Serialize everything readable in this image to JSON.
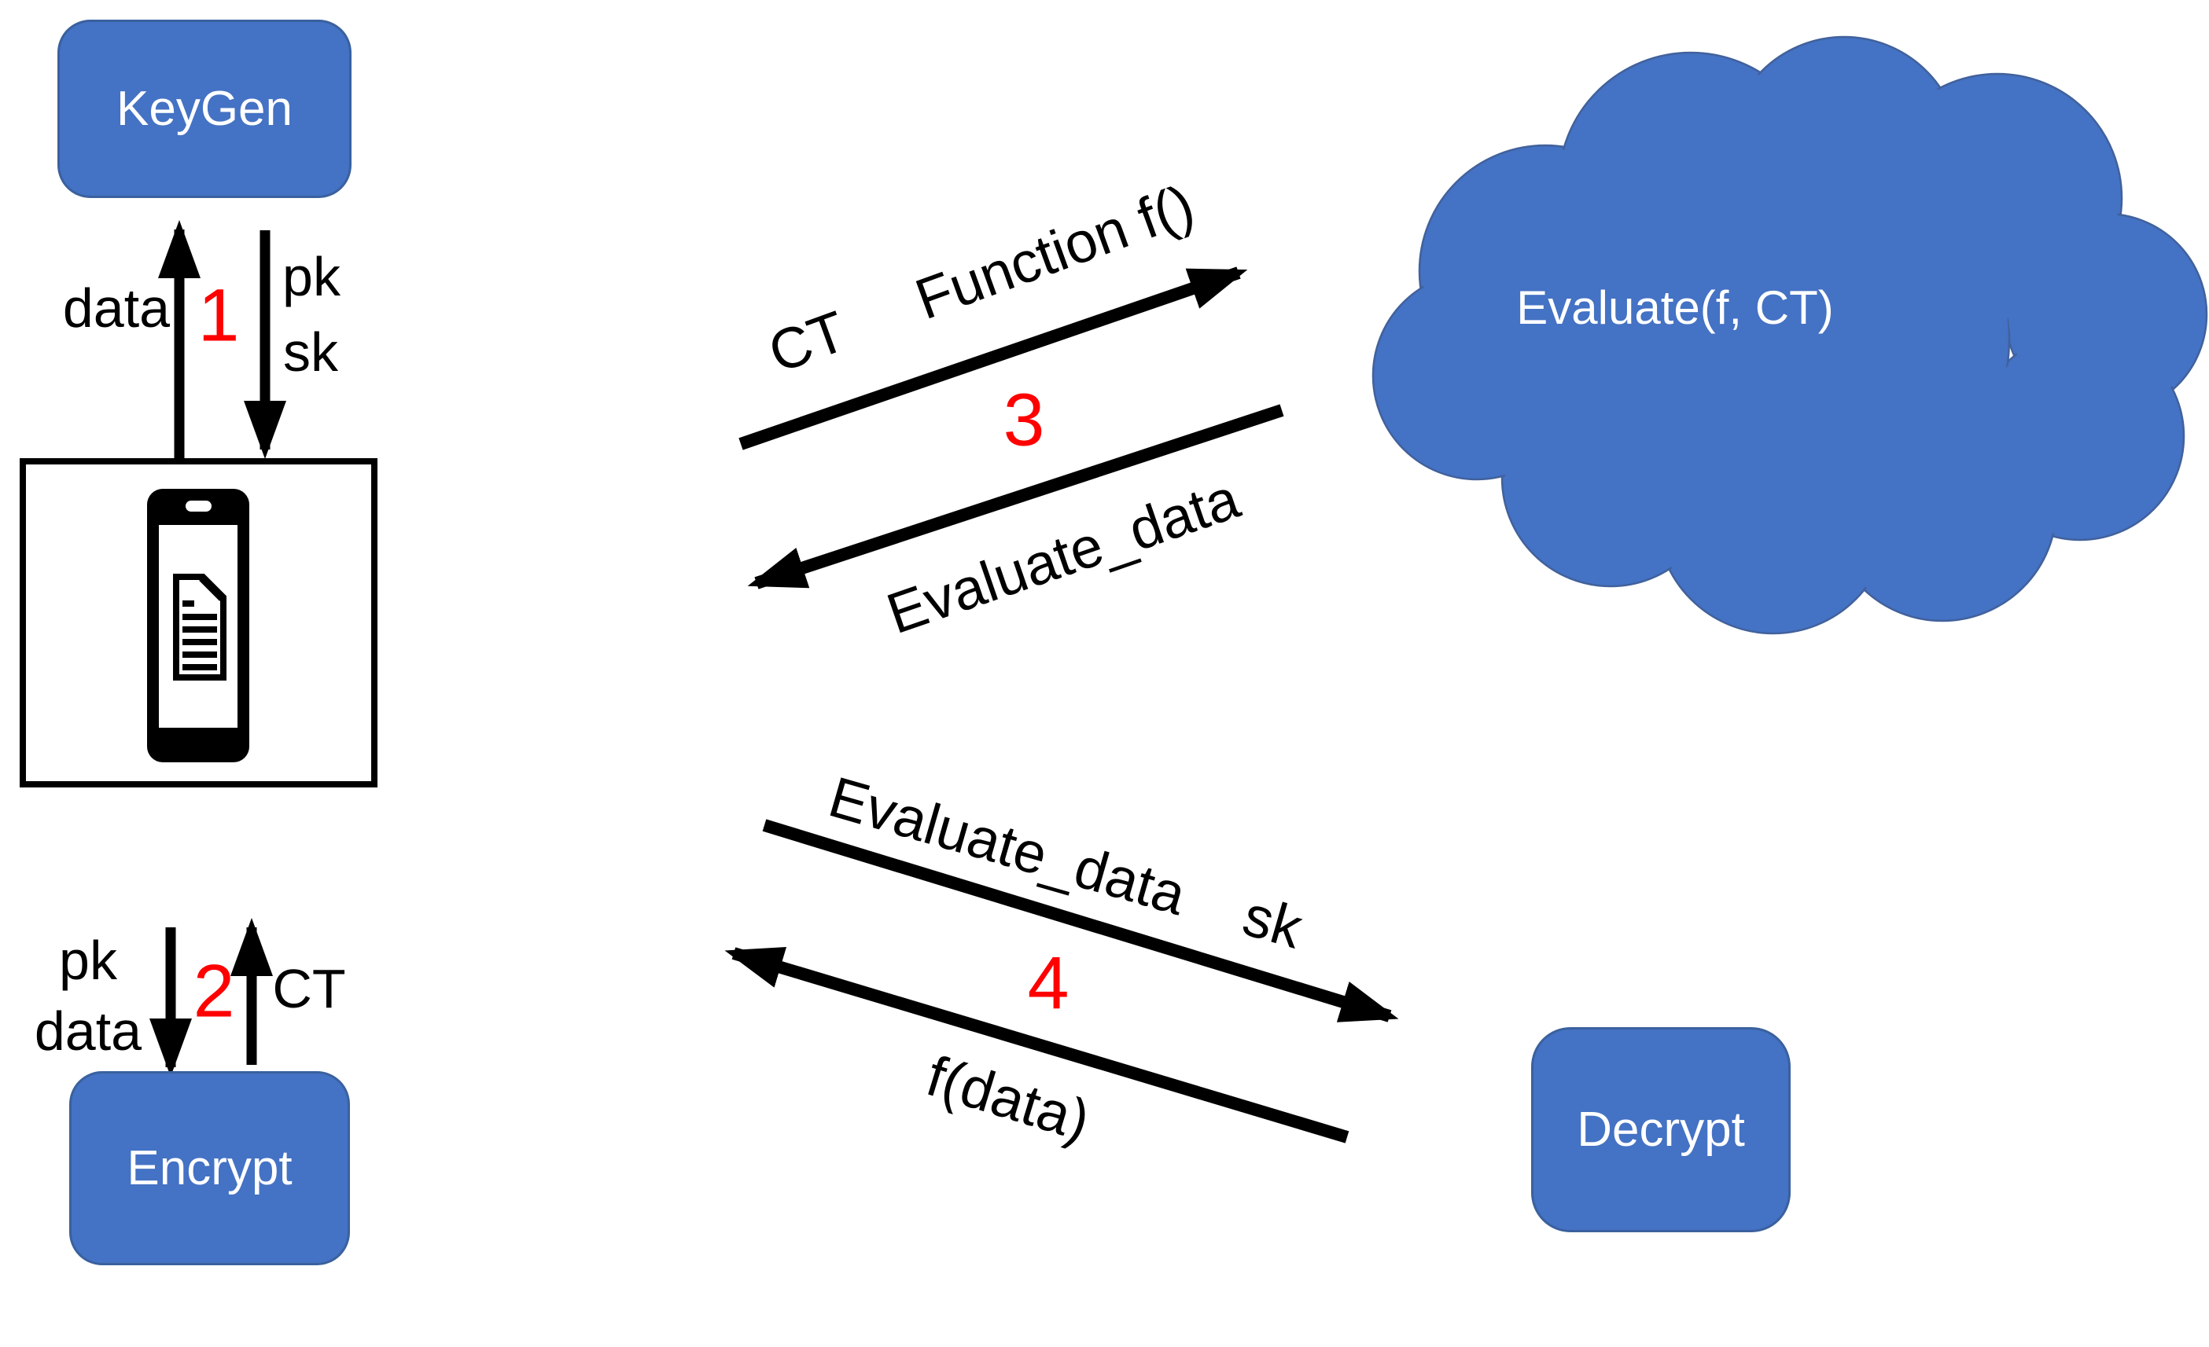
{
  "diagram": {
    "boxes": {
      "keygen": {
        "label": "KeyGen"
      },
      "encrypt": {
        "label": "Encrypt"
      },
      "decrypt": {
        "label": "Decrypt"
      },
      "cloud": {
        "label": "Evaluate(f, CT)"
      }
    },
    "steps": {
      "one": "1",
      "two": "2",
      "three": "3",
      "four": "4"
    },
    "labels": {
      "data_top": "data",
      "pk_top": "pk",
      "sk_top": "sk",
      "pk_bottom": "pk",
      "data_bottom": "data",
      "ct_bottom": "CT",
      "ct_function": "CT     Function f()",
      "evaluate_data_upper": "Evaluate_data",
      "evaluate_data_sk": "Evaluate_data    sk",
      "f_data": "f(data)"
    },
    "icons": {
      "smartphone": "smartphone-with-document"
    },
    "colors": {
      "box_fill": "#4472C4",
      "box_border": "#3A619E",
      "cloud_fill": "#4472C4",
      "cloud_border": "#41619C",
      "step_number": "#FF0000",
      "arrow": "#000000",
      "box_text": "#FFFFFF"
    }
  }
}
